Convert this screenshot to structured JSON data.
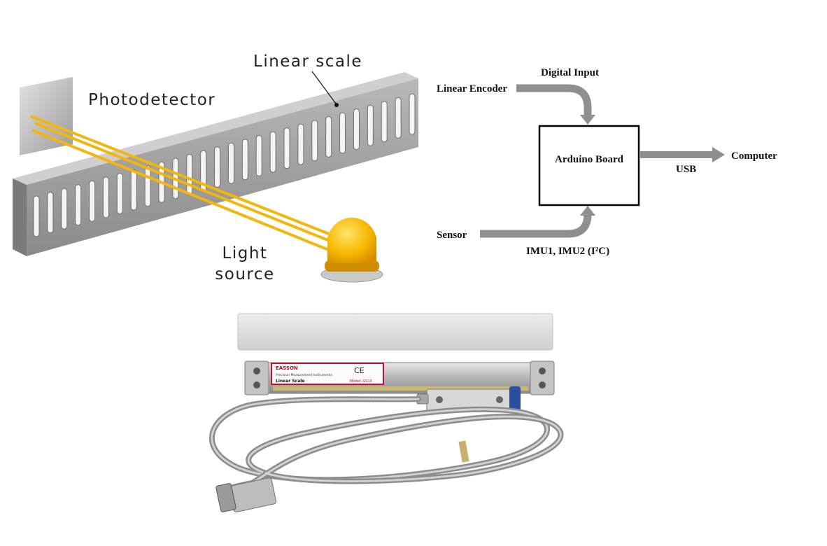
{
  "optical_panel": {
    "scale_label": "Linear scale",
    "detector_label": "Photodetector",
    "light_label_line1": "Light",
    "light_label_line2": "source",
    "beam_color": "#f2b60c",
    "led_color": "#f6b800",
    "scale_color": "#9a9a9a"
  },
  "block_diagram": {
    "encoder_label": "Linear Encoder",
    "digital_input_label": "Digital Input",
    "board_label": "Arduino Board",
    "computer_label": "Computer",
    "usb_label": "USB",
    "sensor_label": "Sensor",
    "imu_label": "IMU1, IMU2 (I²C)",
    "arrow_color": "#8f8f8f"
  },
  "product_photo": {
    "brand_text": "EASSON",
    "ce_mark": "CE",
    "product_label": "Linear Scale",
    "model_text": "Model: GS10",
    "subtitle_text": "Precision Measurement Instruments"
  }
}
